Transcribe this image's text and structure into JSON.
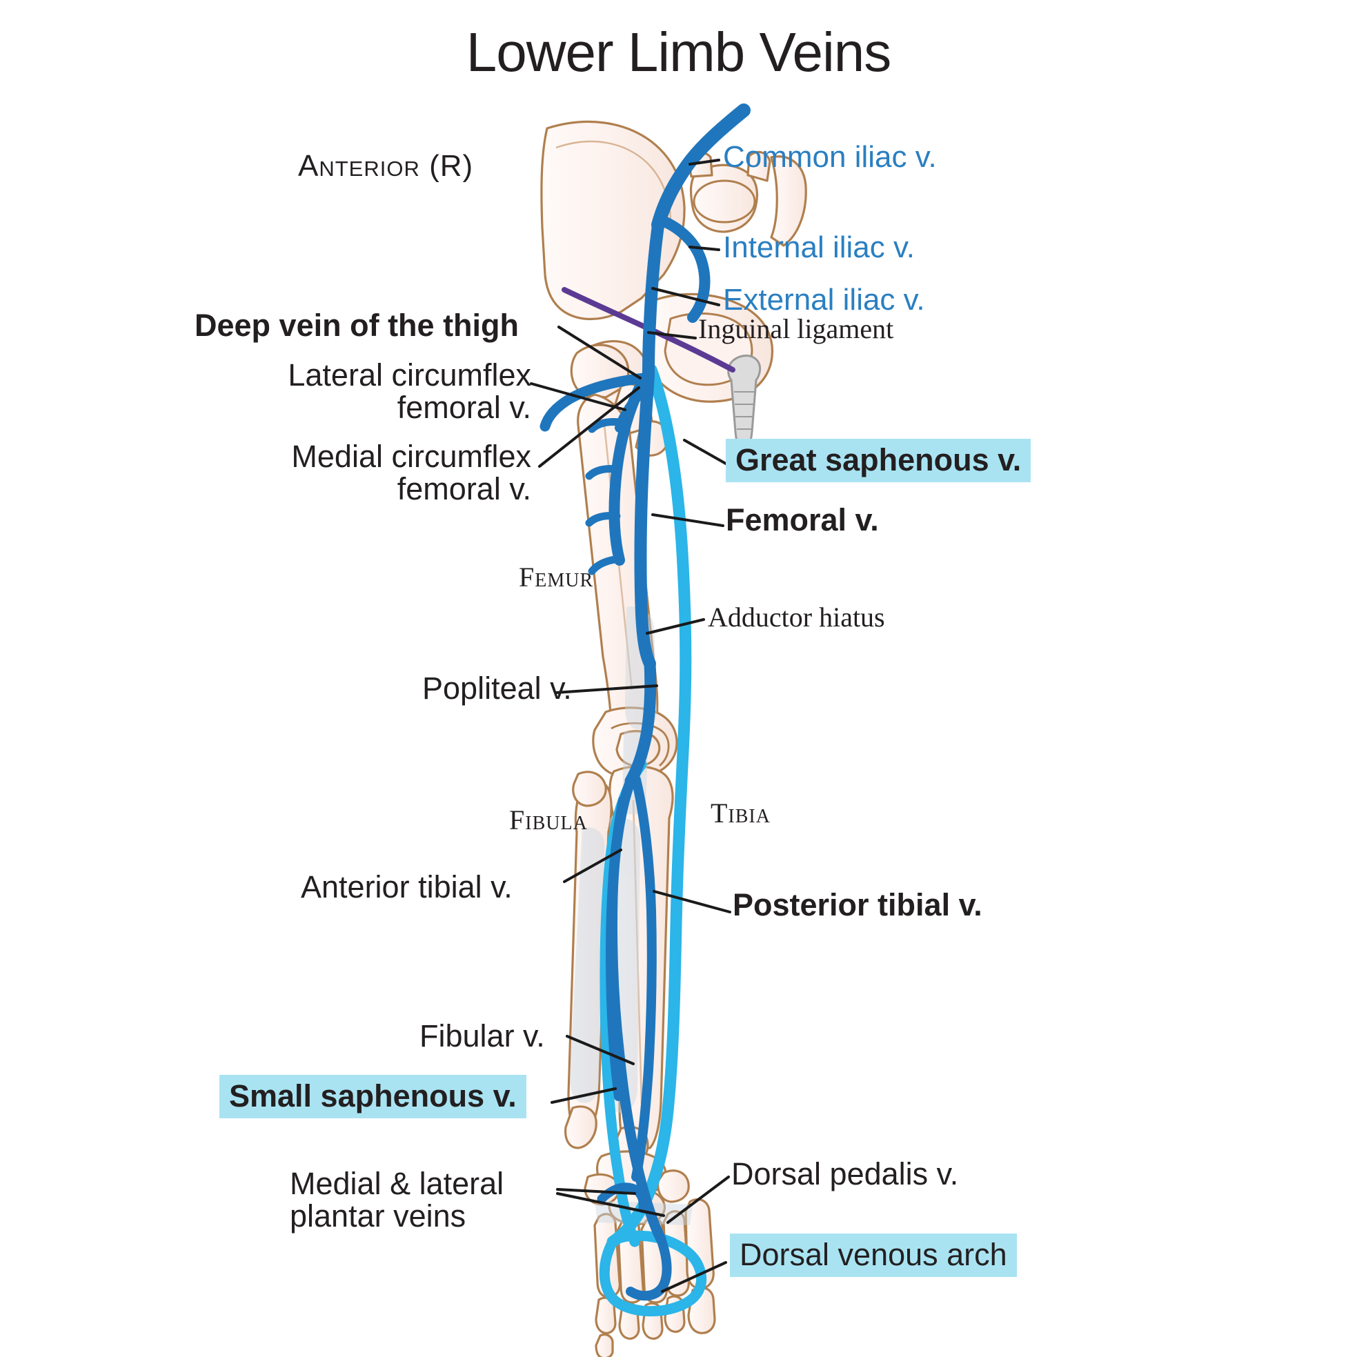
{
  "title": "Lower Limb Veins",
  "orientation_label": "Anterior (R)",
  "colors": {
    "deep_vein_blue": "#1f76bd",
    "saphenous_cyan": "#2bb5e8",
    "highlight_box": "#a9e3f2",
    "vein_label_blue": "#2a7fc1",
    "bone_outline": "#b07f4e",
    "bone_fill": "#fdf2ee",
    "ligament_purple": "#5b3a94",
    "text_dark": "#231f20",
    "leader_line": "#1a1a1a"
  },
  "vein_labels_blue": [
    {
      "id": "common-iliac-v",
      "text": "Common iliac v."
    },
    {
      "id": "internal-iliac-v",
      "text": "Internal iliac v."
    },
    {
      "id": "external-iliac-v",
      "text": "External iliac v."
    }
  ],
  "labels_bold": [
    {
      "id": "deep-vein-of-the-thigh",
      "text": "Deep vein of the thigh"
    },
    {
      "id": "femoral-v",
      "text": "Femoral v."
    },
    {
      "id": "posterior-tibial-v",
      "text": "Posterior tibial v."
    }
  ],
  "labels_plain": [
    {
      "id": "lateral-circumflex-femoral-v",
      "line1": "Lateral circumflex",
      "line2": "femoral v."
    },
    {
      "id": "medial-circumflex-femoral-v",
      "line1": "Medial circumflex",
      "line2": "femoral v."
    },
    {
      "id": "popliteal-v",
      "text": "Popliteal v."
    },
    {
      "id": "anterior-tibial-v",
      "text": "Anterior tibial v."
    },
    {
      "id": "fibular-v",
      "text": "Fibular v."
    },
    {
      "id": "medial-lateral-plantar-veins",
      "line1": "Medial & lateral",
      "line2": "plantar veins"
    },
    {
      "id": "dorsal-pedalis-v",
      "text": "Dorsal pedalis v."
    }
  ],
  "labels_serif": [
    {
      "id": "inguinal-ligament",
      "text": "Inguinal ligament",
      "smallcaps": false
    },
    {
      "id": "adductor-hiatus",
      "text": "Adductor hiatus",
      "smallcaps": false
    },
    {
      "id": "femur",
      "text": "Femur",
      "smallcaps": true
    },
    {
      "id": "fibula",
      "text": "Fibula",
      "smallcaps": true
    },
    {
      "id": "tibia",
      "text": "Tibia",
      "smallcaps": true
    }
  ],
  "labels_highlighted": [
    {
      "id": "great-saphenous-v",
      "text": "Great saphenous v.",
      "bold": true
    },
    {
      "id": "small-saphenous-v",
      "text": "Small saphenous v.",
      "bold": true
    },
    {
      "id": "dorsal-venous-arch",
      "text": "Dorsal venous arch",
      "bold": false
    }
  ],
  "chart_data": {
    "type": "diagram",
    "title": "Lower Limb Veins",
    "subject": "Right lower limb venous anatomy, anterior view",
    "structures": [
      "Common iliac v.",
      "Internal iliac v.",
      "External iliac v.",
      "Deep vein of the thigh",
      "Lateral circumflex femoral v.",
      "Medial circumflex femoral v.",
      "Great saphenous v.",
      "Femoral v.",
      "Adductor hiatus",
      "Popliteal v.",
      "Anterior tibial v.",
      "Posterior tibial v.",
      "Fibular v.",
      "Small saphenous v.",
      "Medial & lateral plantar veins",
      "Dorsal pedalis v.",
      "Dorsal venous arch"
    ],
    "bones": [
      "Femur",
      "Fibula",
      "Tibia"
    ],
    "other": [
      "Inguinal ligament"
    ]
  }
}
